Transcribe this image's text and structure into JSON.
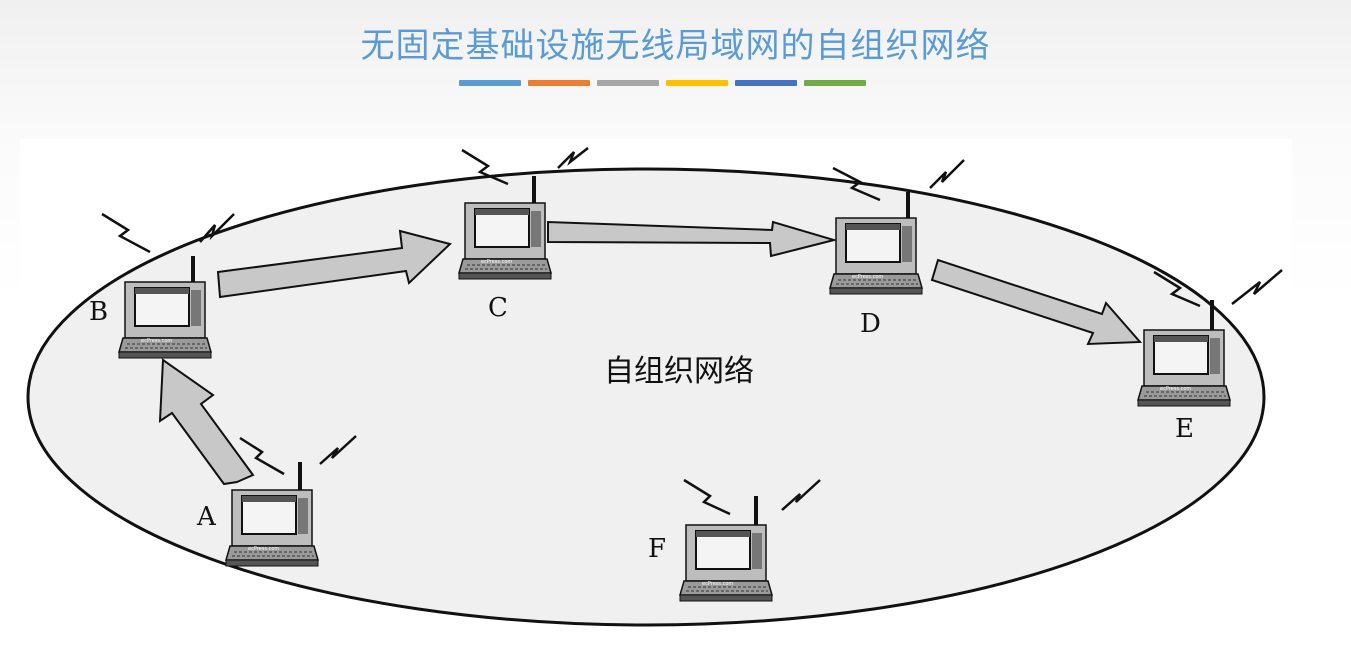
{
  "slide": {
    "title": "无固定基础设施无线局域网的自组织网络",
    "accent_colors": [
      "#5b9bd5",
      "#ed7d31",
      "#a5a5a5",
      "#ffc000",
      "#4472c4",
      "#70ad47"
    ]
  },
  "diagram": {
    "network_label": "自组织网络",
    "nodes": [
      {
        "id": "A",
        "label": "A",
        "icon": "wireless-laptop-icon"
      },
      {
        "id": "B",
        "label": "B",
        "icon": "wireless-laptop-icon"
      },
      {
        "id": "C",
        "label": "C",
        "icon": "wireless-laptop-icon"
      },
      {
        "id": "D",
        "label": "D",
        "icon": "wireless-laptop-icon"
      },
      {
        "id": "E",
        "label": "E",
        "icon": "wireless-laptop-icon"
      },
      {
        "id": "F",
        "label": "F",
        "icon": "wireless-laptop-icon"
      }
    ],
    "links": [
      {
        "from": "A",
        "to": "B"
      },
      {
        "from": "B",
        "to": "C"
      },
      {
        "from": "C",
        "to": "D"
      },
      {
        "from": "D",
        "to": "E"
      }
    ],
    "colors": {
      "arrow_fill": "#c8c8c8",
      "ellipse_fill": "#f0f0f0",
      "outline": "#111111"
    }
  }
}
